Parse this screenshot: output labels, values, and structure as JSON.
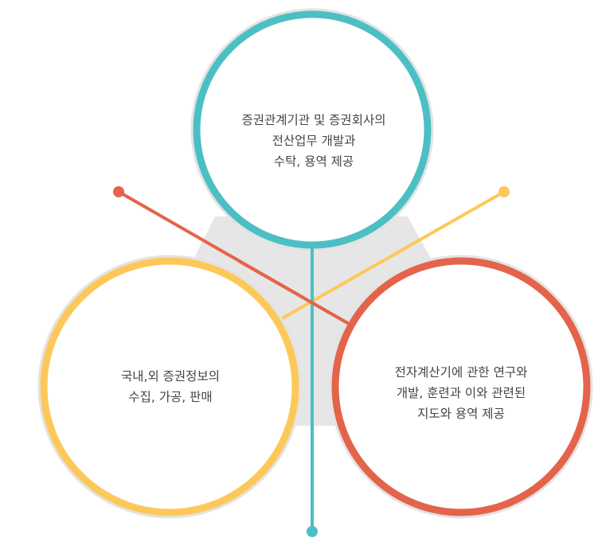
{
  "diagram": {
    "circles": [
      {
        "id": "top",
        "color": "#4cbfc4",
        "lines": [
          "증권관계기관 및 증권회사의",
          "전산업무 개발과",
          "수탁, 용역 제공"
        ]
      },
      {
        "id": "left",
        "color": "#fdc85a",
        "lines": [
          "국내,외 증권정보의",
          "수집, 가공, 판매"
        ]
      },
      {
        "id": "right",
        "color": "#e3644a",
        "lines": [
          "전자계산기에 관한 연구와",
          "개발, 훈련과 이와 관련된",
          "지도와 용역 제공"
        ]
      }
    ],
    "center_fill": "#e6e6e6",
    "connector_colors": {
      "red_line": "#e3644a",
      "yellow_line": "#fdc85a",
      "teal_line": "#4cbfc4"
    }
  }
}
